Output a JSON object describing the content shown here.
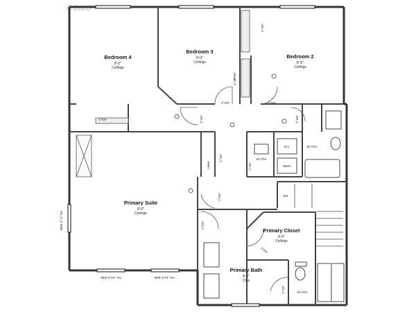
{
  "watermark": "© 2026",
  "rooms": {
    "bedroom4": {
      "name": "Bedroom 4",
      "height": "8'-0\"",
      "note": "Ceilings"
    },
    "bedroom3": {
      "name": "Bedroom 3",
      "height": "8'-0\"",
      "note": "Ceilings"
    },
    "bedroom2": {
      "name": "Bedroom 2",
      "height": "8'-0\"",
      "note": "Ceilings"
    },
    "primary_suite": {
      "name": "Primary Suite",
      "height": "8'-0\"",
      "note": "Ceilings"
    },
    "primary_closet": {
      "name": "Primary Closet",
      "height": "8'-0\"",
      "note": "Ceilings"
    },
    "primary_bath": {
      "name": "Primary Bath",
      "height": "8'-0\"",
      "note": "Clgs"
    }
  },
  "labels": {
    "dryer": "Dry.",
    "washer": "Wash.",
    "linen": "Linen",
    "stair_dn": "DN",
    "fan_laundry": "50 Cfm",
    "fan_bath": "50 Cfm",
    "fan_primary": "50 Cfm",
    "door_2068_b4": "2°X6⁸",
    "door_2068_b3": "2°X6⁸",
    "door_2068_b2": "2°X6⁸",
    "door_2868_hall": "2°X6⁸",
    "door_2068_bath": "2°X6⁸",
    "door_2868_suite": "2°X6⁸",
    "door_2468_laundry": "2°X6⁸",
    "door_linen": "2°X6⁸",
    "door_pb": "2°X6⁸",
    "door_closet": "2°X6⁸",
    "door_toilet": "2°X6⁸",
    "closet_b4": "5°X6⁸",
    "closet_b3": "4°X6⁸",
    "closet_b2": "4°X6⁸",
    "window_w08_a": "W08 3°X4° SH",
    "window_w08_b": "W08 3°X4° SH",
    "window_side": "W09 3°-4° SH"
  }
}
